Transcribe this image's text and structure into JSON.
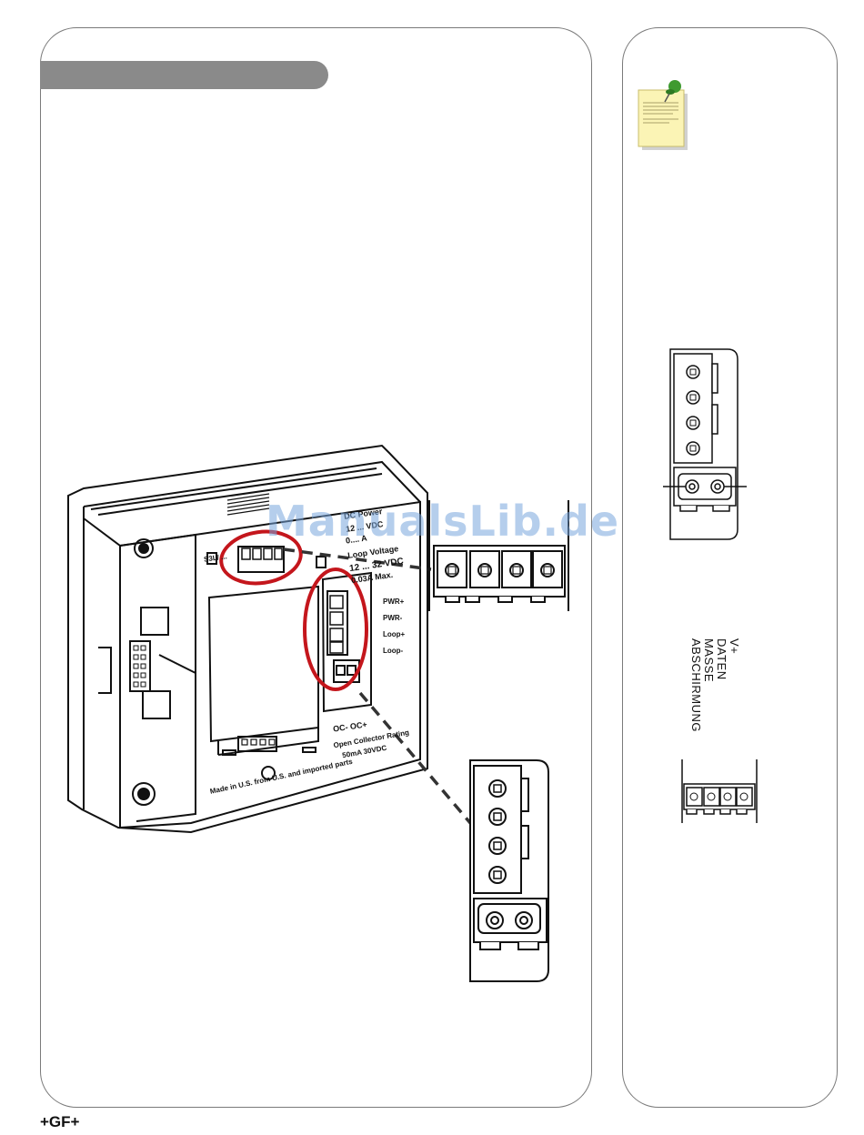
{
  "watermark": "ManualsLib.de",
  "brand_logo": "+GF+",
  "note_icon": "sticky-note-icon",
  "back_panel_labels": {
    "s3l": "S3L/ ...",
    "dc_power": "DC Power",
    "vdc_12": "12 ... VDC",
    "amp_1": "0.... A",
    "loop_voltage": "Loop Voltage",
    "vdc_32": "12 ... 32   VDC",
    "amp_2": "0.03A  Max.",
    "pwr_plus": "PWR+",
    "pwr_minus": "PWR-",
    "loop_plus": "Loop+",
    "loop_minus": "Loop-",
    "oc": "OC-   OC+",
    "open_collector": "Open Collector Rating",
    "oc_rating": "50mA   30VDC",
    "made_in": "Made in U.S. from U.S. and imported parts"
  },
  "wire_labels": [
    "ABSCHIRMUNG",
    "MASSE",
    "DATEN",
    "V+"
  ],
  "colors": {
    "highlight_circle": "#c4161c",
    "section_bar": "#8a8a8a",
    "panel_border": "#7a7a7a",
    "note_paper": "#fbf4b5",
    "pin": "#3f9a2f"
  }
}
